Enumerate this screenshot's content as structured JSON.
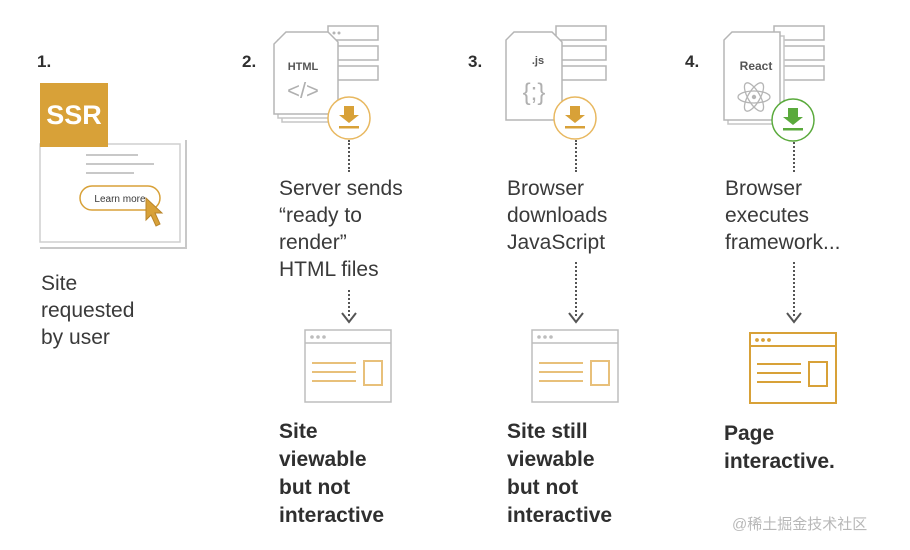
{
  "steps": [
    {
      "number": "1.",
      "caption": "Site\nrequested\nby user"
    },
    {
      "number": "2.",
      "caption": "Server sends\n“ready to\nrender”\nHTML files",
      "result": "Site\nviewable\nbut not\ninteractive"
    },
    {
      "number": "3.",
      "caption": "Browser\ndownloads\nJavaScript",
      "result": "Site still\nviewable\nbut not\ninteractive"
    },
    {
      "number": "4.",
      "caption": "Browser\nexecutes\nframework...",
      "result": "Page\ninteractive."
    }
  ],
  "ssr_label": "SSR",
  "learn_more_label": "Learn more",
  "file_labels": {
    "html": "HTML",
    "html_glyph": "</>",
    "js": ".js",
    "js_glyph": "{;}",
    "react": "React"
  },
  "colors": {
    "accent": "#d8a138",
    "accent_light": "#e8b860",
    "green": "#5aaa3c",
    "gray": "#b5b5b5",
    "text": "#3a3a3a"
  },
  "watermark": "@稀土掘金技术社区"
}
